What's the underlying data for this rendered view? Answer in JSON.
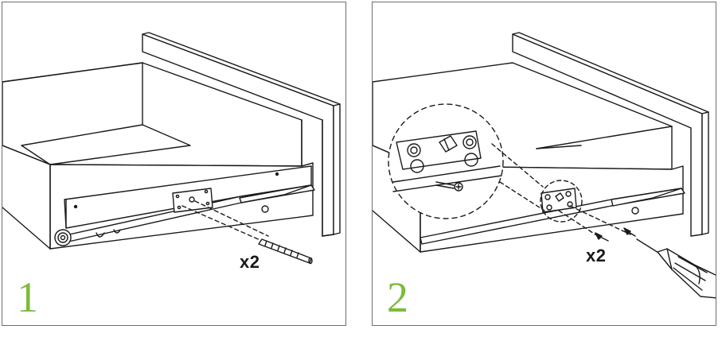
{
  "colors": {
    "accent": "#7dbb3c",
    "line": "#1a1a1a",
    "frame": "#6d6d6d"
  },
  "steps": [
    {
      "number": "1",
      "quantity": "x2"
    },
    {
      "number": "2",
      "quantity": "x2"
    }
  ]
}
